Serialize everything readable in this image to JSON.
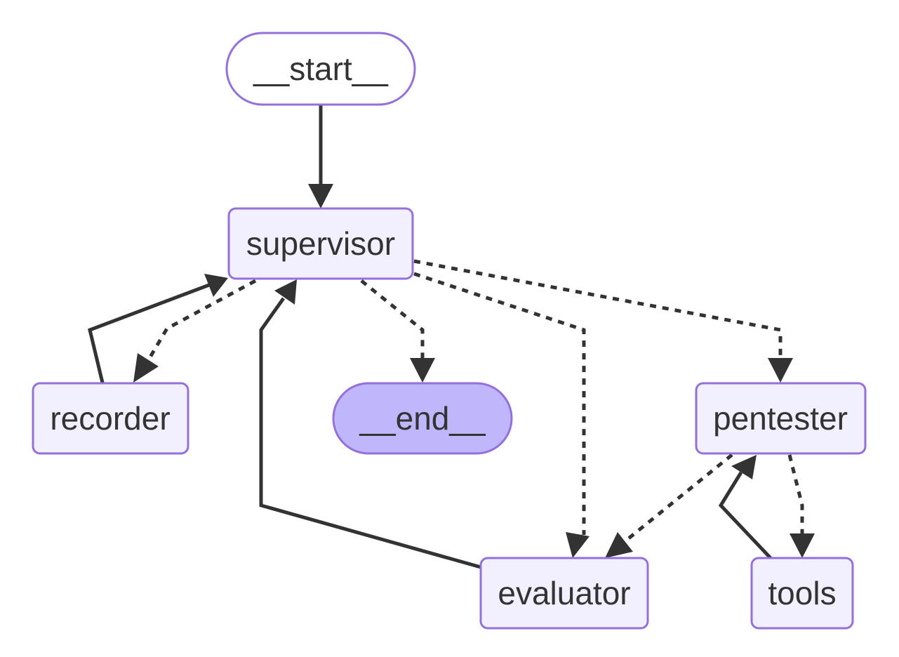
{
  "diagram": {
    "type": "flowchart",
    "colors": {
      "node_fill": "#f2f0ff",
      "node_stroke": "#9370db",
      "end_fill": "#bfb6fc",
      "start_fill": "#ffffff",
      "edge": "#333333",
      "text": "#333333"
    },
    "nodes": {
      "start": "__start__",
      "supervisor": "supervisor",
      "recorder": "recorder",
      "end": "__end__",
      "pentester": "pentester",
      "evaluator": "evaluator",
      "tools": "tools"
    },
    "edges": [
      {
        "from": "__start__",
        "to": "supervisor",
        "style": "solid"
      },
      {
        "from": "supervisor",
        "to": "recorder",
        "style": "dashed"
      },
      {
        "from": "recorder",
        "to": "supervisor",
        "style": "solid"
      },
      {
        "from": "supervisor",
        "to": "__end__",
        "style": "dashed"
      },
      {
        "from": "supervisor",
        "to": "evaluator",
        "style": "dashed"
      },
      {
        "from": "supervisor",
        "to": "pentester",
        "style": "dashed"
      },
      {
        "from": "evaluator",
        "to": "supervisor",
        "style": "solid"
      },
      {
        "from": "pentester",
        "to": "evaluator",
        "style": "dashed"
      },
      {
        "from": "pentester",
        "to": "tools",
        "style": "dashed"
      },
      {
        "from": "tools",
        "to": "pentester",
        "style": "solid"
      }
    ]
  }
}
